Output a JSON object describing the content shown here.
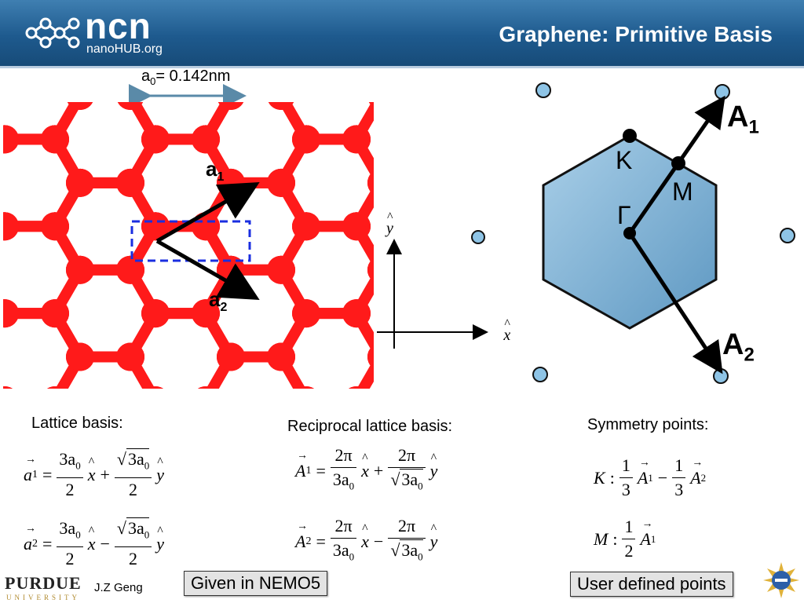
{
  "header": {
    "logo_word": "ncn",
    "logo_sub": "nanoHUB.org",
    "title": "Graphene: Primitive Basis"
  },
  "lattice": {
    "a0_symbol": "a",
    "a0_sub": "0",
    "a0_value": "= 0.142nm",
    "a1_symbol": "a",
    "a1_sub": "1",
    "a2_symbol": "a",
    "a2_sub": "2",
    "yhat": "y",
    "xhat": "x"
  },
  "reciprocal": {
    "A1_symbol": "A",
    "A1_sub": "1",
    "A2_symbol": "A",
    "A2_sub": "2",
    "K": "K",
    "M": "M",
    "Gamma": "Γ"
  },
  "captions": {
    "lattice_basis": "Lattice basis:",
    "reciprocal_basis": "Reciprocal lattice basis:",
    "symmetry_points": "Symmetry points:"
  },
  "equations": {
    "a1": {
      "lhs": "a",
      "sub": "1",
      "n1": "3a",
      "n1s": "0",
      "d1": "2",
      "op": "+",
      "n2": "3a",
      "n2s": "0",
      "d2": "2"
    },
    "a2": {
      "lhs": "a",
      "sub": "2",
      "n1": "3a",
      "n1s": "0",
      "d1": "2",
      "op": "−",
      "n2": "3a",
      "n2s": "0",
      "d2": "2"
    },
    "A1": {
      "lhs": "A",
      "sub": "1",
      "n1": "2π",
      "d1": "3a",
      "d1s": "0",
      "op": "+",
      "n2": "2π",
      "d2": "3a",
      "d2s": "0"
    },
    "A2": {
      "lhs": "A",
      "sub": "2",
      "n1": "2π",
      "d1": "3a",
      "d1s": "0",
      "op": "−",
      "n2": "2π",
      "d2": "3a",
      "d2s": "0"
    },
    "K": {
      "lhs": "K",
      "n1": "1",
      "d1": "3",
      "v1": "A",
      "v1s": "1",
      "op": "−",
      "n2": "1",
      "d2": "3",
      "v2": "A",
      "v2s": "2"
    },
    "M": {
      "lhs": "M",
      "n1": "1",
      "d1": "2",
      "v1": "A",
      "v1s": "1"
    }
  },
  "boxes": {
    "nemo": "Given in NEMO5",
    "user": "User defined points"
  },
  "footer": {
    "purdue": "PURDUE",
    "university": "UNIVERSITY",
    "author": "J.Z Geng"
  },
  "colors": {
    "lattice_red": "#ff1a1a",
    "bz_fill": "#7fb3d5",
    "point_blue": "#8ec4e6"
  }
}
